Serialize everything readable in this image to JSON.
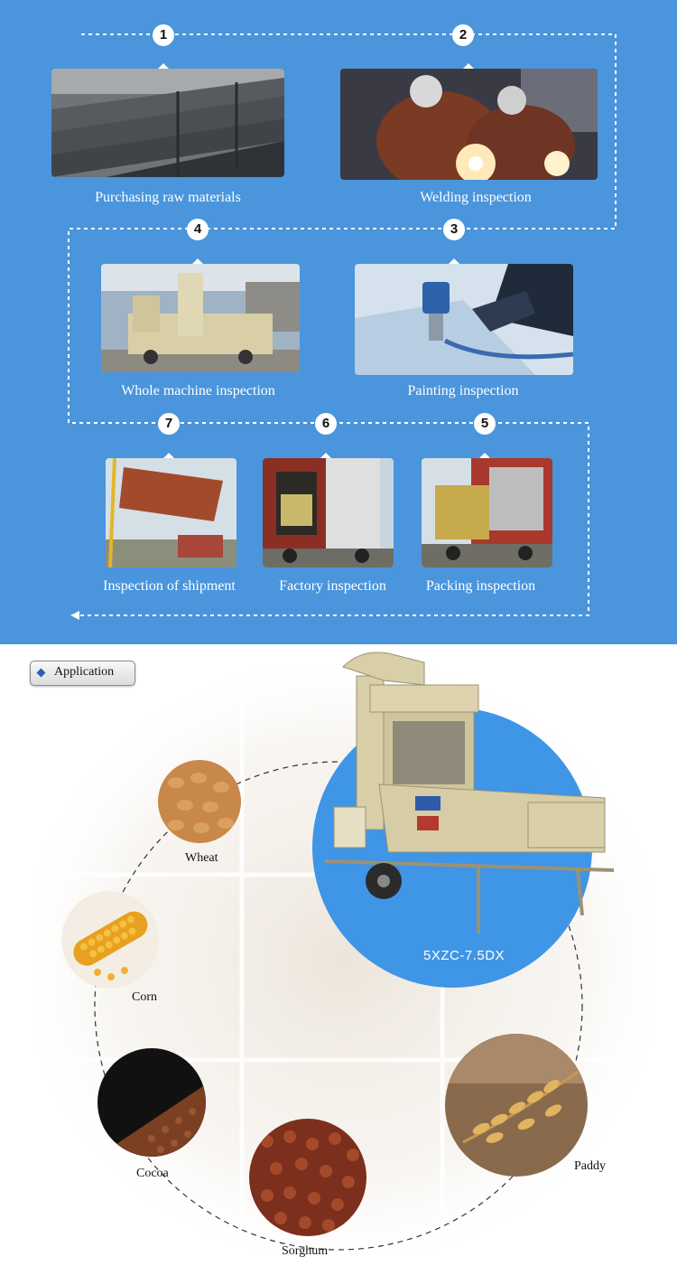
{
  "process": {
    "background_color": "#4a95dc",
    "steps": [
      {
        "number": "1",
        "label": "Purchasing raw materials"
      },
      {
        "number": "2",
        "label": "Welding inspection"
      },
      {
        "number": "3",
        "label": "Painting inspection"
      },
      {
        "number": "4",
        "label": "Whole machine inspection"
      },
      {
        "number": "5",
        "label": "Packing inspection"
      },
      {
        "number": "6",
        "label": "Factory inspection"
      },
      {
        "number": "7",
        "label": "Inspection of shipment"
      }
    ]
  },
  "application": {
    "tag_label": "Application",
    "accent_color": "#3f95e6",
    "machine_model": "5XZC-7.5DX",
    "grains": [
      {
        "label": "Wheat",
        "icon": "wheat-photo"
      },
      {
        "label": "Corn",
        "icon": "corn-photo"
      },
      {
        "label": "Cocoa",
        "icon": "cocoa-photo"
      },
      {
        "label": "Sorghum",
        "icon": "sorghum-photo"
      },
      {
        "label": "Paddy",
        "icon": "paddy-photo"
      }
    ]
  }
}
